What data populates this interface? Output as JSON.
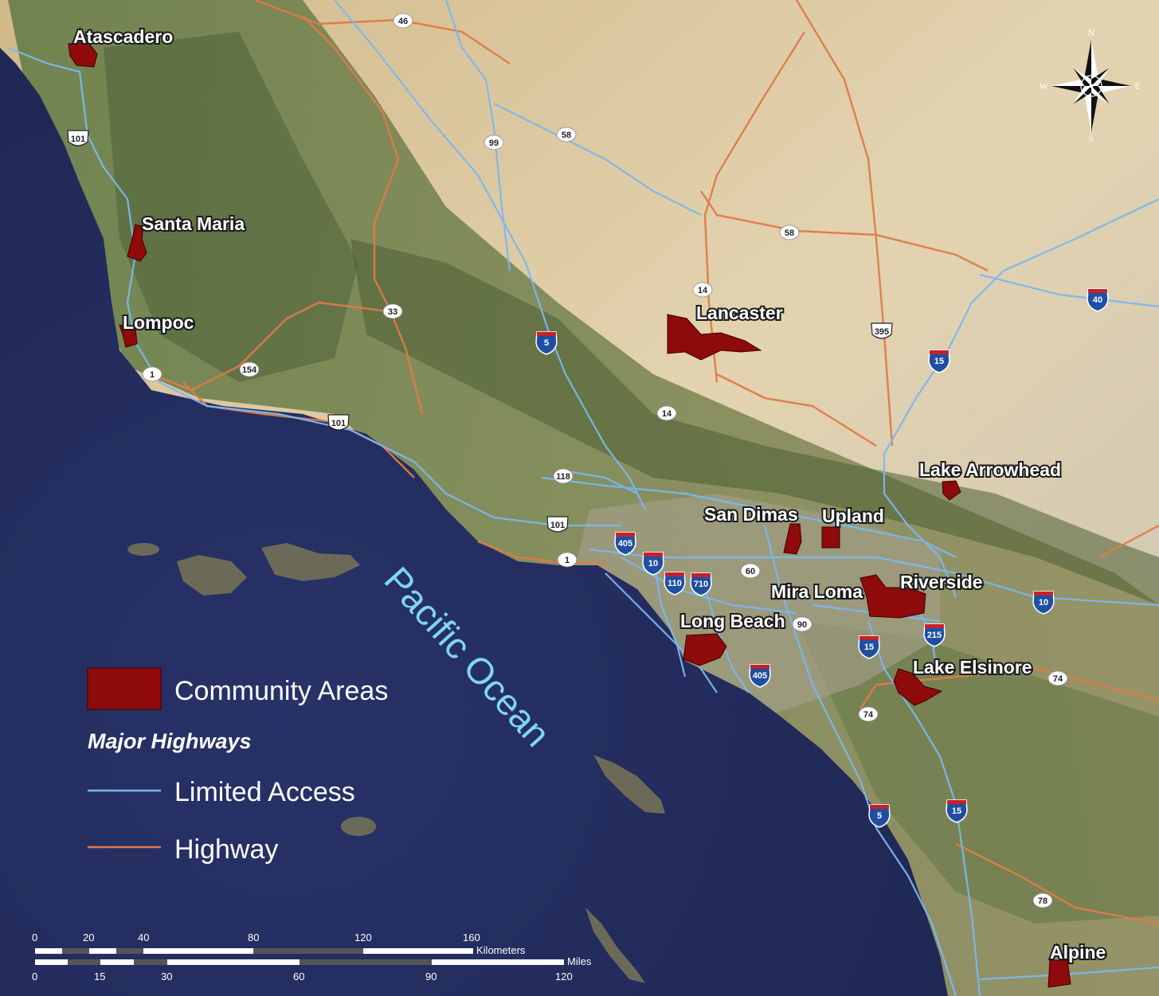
{
  "map": {
    "ocean_label": "Pacific Ocean",
    "colors": {
      "ocean": "#232c5c",
      "land_coast": "#6f8a4a",
      "land_desert": "#d9c7a0",
      "community": "#8f0a0a",
      "limited_access": "#7ab8f0",
      "highway": "#e07a48"
    }
  },
  "legend": {
    "community_label": "Community Areas",
    "heading": "Major Highways",
    "limited_access_label": "Limited Access",
    "highway_label": "Highway"
  },
  "compass": {
    "n": "N",
    "s": "S",
    "e": "E",
    "w": "W"
  },
  "scale": {
    "km_ticks": [
      "0",
      "20",
      "40",
      "80",
      "120",
      "160"
    ],
    "km_unit": "Kilometers",
    "mi_ticks": [
      "0",
      "15",
      "30",
      "60",
      "90",
      "120"
    ],
    "mi_unit": "Miles"
  },
  "cities": [
    "Atascadero",
    "Santa Maria",
    "Lompoc",
    "Lancaster",
    "Lake Arrowhead",
    "San Dimas",
    "Upland",
    "Riverside",
    "Mira Loma",
    "Long Beach",
    "Lake Elsinore",
    "Alpine"
  ],
  "shields": [
    "46",
    "101",
    "99",
    "58",
    "58",
    "14",
    "33",
    "5",
    "395",
    "40",
    "15",
    "1",
    "154",
    "101",
    "14",
    "118",
    "101",
    "405",
    "1",
    "10",
    "110",
    "710",
    "60",
    "90",
    "10",
    "215",
    "15",
    "405",
    "74",
    "74",
    "5",
    "15",
    "78"
  ]
}
